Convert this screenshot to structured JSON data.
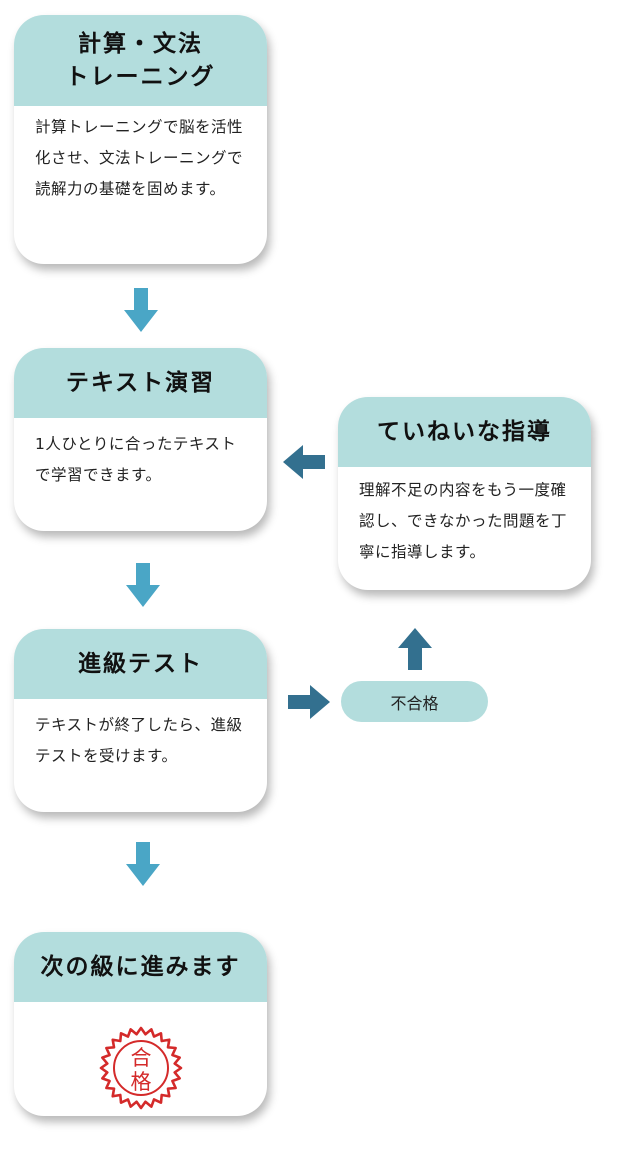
{
  "colors": {
    "header_bg": "#b3dddd",
    "arrow_light": "#4aa6c6",
    "arrow_dark": "#33708f",
    "seal_red": "#d42a2a"
  },
  "steps": [
    {
      "title_lines": [
        "計算・文法",
        "トレーニング"
      ],
      "body": "計算トレーニングで脳を活性化させ、文法トレーニングで読解力の基礎を固めます。"
    },
    {
      "title_lines": [
        "テキスト演習"
      ],
      "body": "1人ひとりに合ったテキストで学習できます。"
    },
    {
      "title_lines": [
        "進級テスト"
      ],
      "body": "テキストが終了したら、進級テストを受けます。"
    },
    {
      "title_lines": [
        "次の級に進みます"
      ],
      "seal_chars": [
        "合",
        "格"
      ]
    }
  ],
  "side": {
    "title": "ていねいな指導",
    "body": "理解不足の内容をもう一度確認し、できなかった問題を丁寧に指導します。"
  },
  "fail_label": "不合格"
}
